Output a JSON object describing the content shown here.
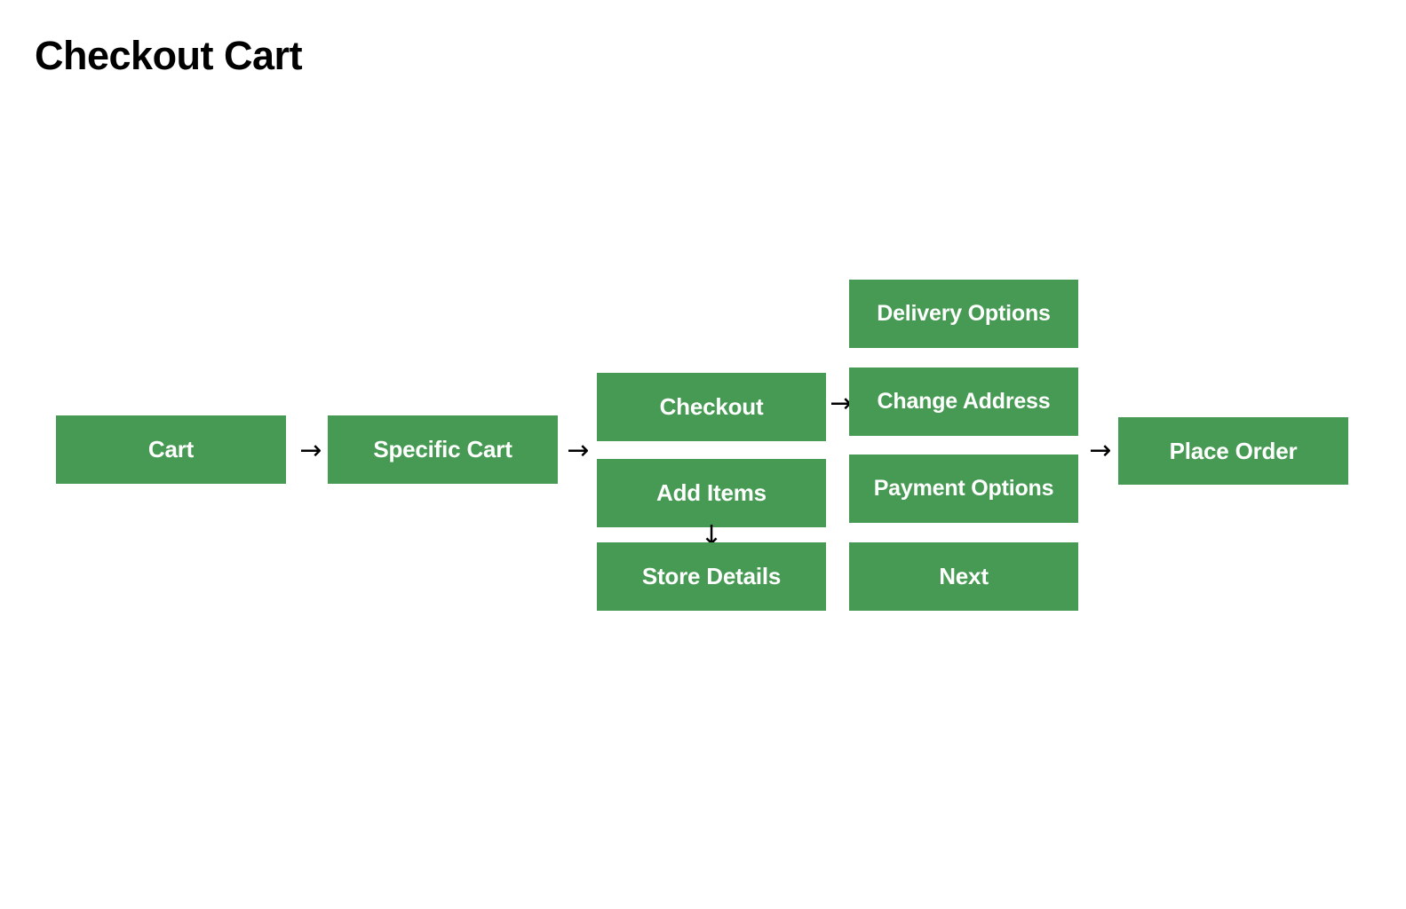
{
  "page": {
    "title": "Checkout Cart",
    "background_color": "#ffffff",
    "node_color": "#479A53",
    "node_text_color": "#ffffff",
    "arrow_color": "#000000"
  },
  "flow": {
    "columns": [
      {
        "name": "cart-column",
        "nodes": [
          {
            "id": "cart",
            "label": "Cart"
          }
        ]
      },
      {
        "name": "specific-cart-column",
        "nodes": [
          {
            "id": "specific-cart",
            "label": "Specific Cart"
          }
        ]
      },
      {
        "name": "checkout-column",
        "nodes": [
          {
            "id": "checkout",
            "label": "Checkout"
          },
          {
            "id": "add-items",
            "label": "Add Items"
          },
          {
            "id": "store-details",
            "label": "Store Details"
          }
        ]
      },
      {
        "name": "options-column",
        "nodes": [
          {
            "id": "delivery-options",
            "label": "Delivery Options"
          },
          {
            "id": "change-address",
            "label": "Change Address"
          },
          {
            "id": "payment-options",
            "label": "Payment Options"
          },
          {
            "id": "next",
            "label": "Next"
          }
        ]
      },
      {
        "name": "place-order-column",
        "nodes": [
          {
            "id": "place-order",
            "label": "Place Order"
          }
        ]
      }
    ],
    "connectors": [
      {
        "id": "cart-to-specific-cart",
        "glyph": "→",
        "direction": "right"
      },
      {
        "id": "specific-cart-to-checkout",
        "glyph": "→",
        "direction": "right"
      },
      {
        "id": "checkout-to-change-address",
        "glyph": "→",
        "direction": "right"
      },
      {
        "id": "add-items-to-store-details",
        "glyph": "↓",
        "direction": "down"
      },
      {
        "id": "options-to-place-order",
        "glyph": "→",
        "direction": "right"
      }
    ]
  }
}
